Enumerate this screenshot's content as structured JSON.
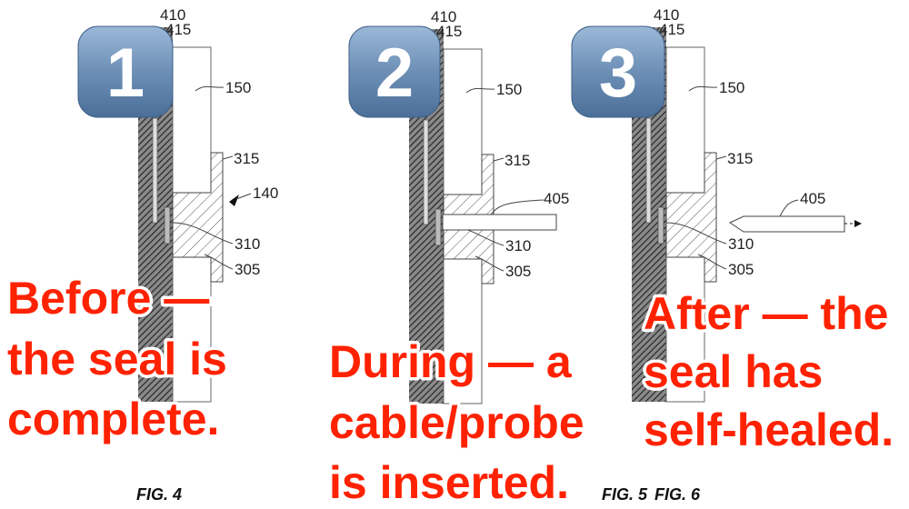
{
  "panels": [
    {
      "badge": "1",
      "labels": {
        "l410": "410",
        "l415": "415",
        "l150": "150",
        "l315": "315",
        "l140": "140",
        "l310": "310",
        "l305": "305"
      },
      "figure": "FIG. 4",
      "caption": [
        "Before —",
        "the seal is",
        "complete."
      ]
    },
    {
      "badge": "2",
      "labels": {
        "l410": "410",
        "l415": "415",
        "l150": "150",
        "l315": "315",
        "l405": "405",
        "l310": "310",
        "l305": "305"
      },
      "figure": "FIG. 5",
      "caption": [
        "During — a",
        "cable/probe",
        "is inserted."
      ]
    },
    {
      "badge": "3",
      "labels": {
        "l410": "410",
        "l415": "415",
        "l150": "150",
        "l315": "315",
        "l405": "405",
        "l310": "310",
        "l305": "305"
      },
      "figure": "FIG. 6",
      "caption": [
        "After — the",
        "seal has",
        "self-healed."
      ]
    }
  ],
  "colors": {
    "caption": "#ff2200",
    "badge_top": "#9bb8d8",
    "badge_bottom": "#4a6f98"
  }
}
